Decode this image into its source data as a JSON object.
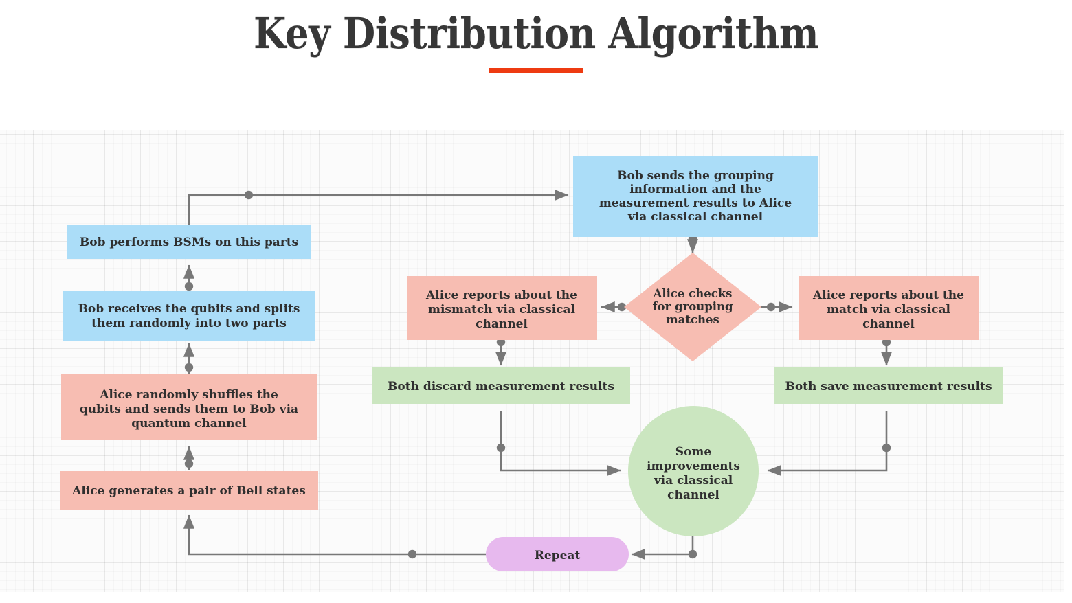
{
  "header": {
    "title": "Key Distribution Algorithm",
    "rule_color": "#EE3B11",
    "title_color": "#373737"
  },
  "canvas": {
    "background": "#fbfbfb",
    "grid": "on",
    "connector_color": "#787878"
  },
  "palette": {
    "blue": "#ABDDF8",
    "pink": "#F7BDB2",
    "green": "#CBE6C0",
    "purple": "#E7B9EE",
    "text": "#2f2f2f"
  },
  "chart_data": {
    "type": "diagram",
    "title": "Key Distribution Algorithm",
    "nodes": [
      {
        "id": "n1",
        "label": "Alice generates a pair of Bell states",
        "shape": "rect",
        "color": "#F7BDB2"
      },
      {
        "id": "n2",
        "label": "Alice randomly shuffles the qubits and sends them to Bob via quantum channel",
        "shape": "rect",
        "color": "#F7BDB2"
      },
      {
        "id": "n3",
        "label": "Bob receives the qubits and splits them randomly into two parts",
        "shape": "rect",
        "color": "#ABDDF8"
      },
      {
        "id": "n4",
        "label": "Bob performs BSMs on this parts",
        "shape": "rect",
        "color": "#ABDDF8"
      },
      {
        "id": "n5",
        "label": "Bob sends the grouping information and the measurement results to Alice via classical channel",
        "shape": "rect",
        "color": "#ABDDF8"
      },
      {
        "id": "n6",
        "label": "Alice checks for grouping matches",
        "shape": "diamond",
        "color": "#F7BDB2"
      },
      {
        "id": "n7",
        "label": "Alice reports about the mismatch via classical channel",
        "shape": "rect",
        "color": "#F7BDB2"
      },
      {
        "id": "n8",
        "label": "Alice reports about the match via classical channel",
        "shape": "rect",
        "color": "#F7BDB2"
      },
      {
        "id": "n9",
        "label": "Both discard measurement results",
        "shape": "rect",
        "color": "#CBE6C0"
      },
      {
        "id": "n10",
        "label": "Both save measurement results",
        "shape": "rect",
        "color": "#CBE6C0"
      },
      {
        "id": "n11",
        "label": "Some improvements via classical channel",
        "shape": "circle",
        "color": "#CBE6C0"
      },
      {
        "id": "n12",
        "label": "Repeat",
        "shape": "pill",
        "color": "#E7B9EE"
      }
    ],
    "edges": [
      {
        "from": "n1",
        "to": "n2"
      },
      {
        "from": "n2",
        "to": "n3"
      },
      {
        "from": "n3",
        "to": "n4"
      },
      {
        "from": "n4",
        "to": "n5"
      },
      {
        "from": "n5",
        "to": "n6"
      },
      {
        "from": "n6",
        "to": "n7"
      },
      {
        "from": "n6",
        "to": "n8"
      },
      {
        "from": "n7",
        "to": "n9"
      },
      {
        "from": "n8",
        "to": "n10"
      },
      {
        "from": "n9",
        "to": "n11"
      },
      {
        "from": "n10",
        "to": "n11"
      },
      {
        "from": "n11",
        "to": "n12"
      },
      {
        "from": "n12",
        "to": "n1"
      }
    ]
  },
  "nodes": {
    "bob_sends": {
      "lines": [
        "Bob sends the grouping",
        "information and the",
        "measurement results to Alice",
        "via classical channel"
      ]
    },
    "bob_bsm": {
      "lines": [
        "Bob performs BSMs on this parts"
      ]
    },
    "bob_receives": {
      "lines": [
        "Bob receives the qubits and splits",
        "them randomly into two parts"
      ]
    },
    "alice_shuffles": {
      "lines": [
        "Alice randomly shuffles the",
        "qubits and sends them to Bob via",
        "quantum channel"
      ]
    },
    "alice_generates": {
      "lines": [
        "Alice generates a pair of Bell states"
      ]
    },
    "alice_checks": {
      "lines": [
        "Alice checks",
        "for grouping",
        "matches"
      ]
    },
    "alice_mismatch": {
      "lines": [
        "Alice reports about the",
        "mismatch via classical",
        "channel"
      ]
    },
    "alice_match": {
      "lines": [
        "Alice reports about the",
        "match via classical",
        "channel"
      ]
    },
    "both_discard": {
      "lines": [
        "Both discard measurement results"
      ]
    },
    "both_save": {
      "lines": [
        "Both save measurement results"
      ]
    },
    "improvements": {
      "lines": [
        "Some",
        "improvements",
        "via classical",
        "channel"
      ]
    },
    "repeat": {
      "lines": [
        "Repeat"
      ]
    }
  }
}
